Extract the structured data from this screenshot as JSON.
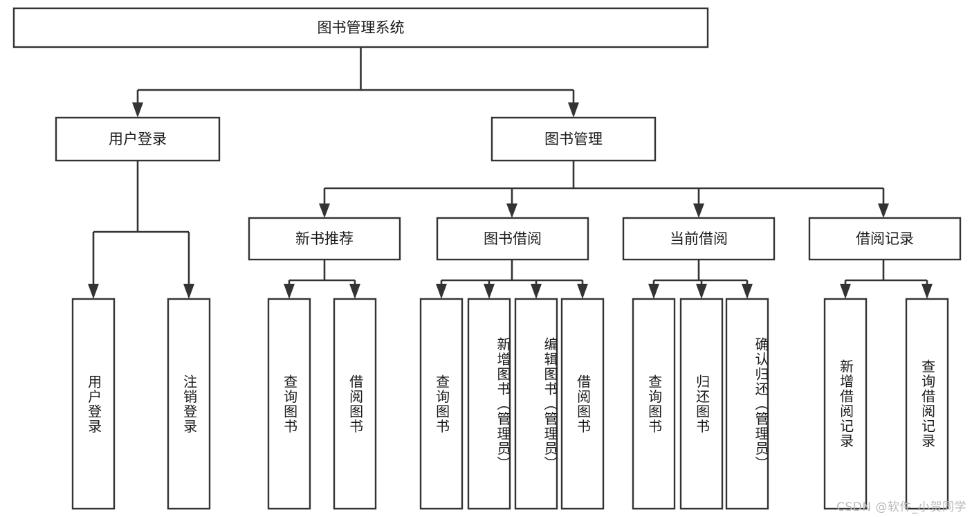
{
  "diagram": {
    "title": "图书管理系统",
    "type": "tree",
    "root": {
      "id": "root",
      "label": "图书管理系统",
      "orientation": "horizontal"
    },
    "level2": [
      {
        "id": "user-login",
        "label": "用户登录",
        "orientation": "horizontal"
      },
      {
        "id": "book-management",
        "label": "图书管理",
        "orientation": "horizontal"
      }
    ],
    "level3": [
      {
        "id": "new-book-recommend",
        "label": "新书推荐",
        "parent": "book-management",
        "orientation": "horizontal"
      },
      {
        "id": "book-borrow",
        "label": "图书借阅",
        "parent": "book-management",
        "orientation": "horizontal"
      },
      {
        "id": "current-borrow",
        "label": "当前借阅",
        "parent": "book-management",
        "orientation": "horizontal"
      },
      {
        "id": "borrow-record",
        "label": "借阅记录",
        "parent": "book-management",
        "orientation": "horizontal"
      }
    ],
    "leaves": [
      {
        "id": "leaf-user-login",
        "label": "用户登录",
        "parent": "user-login",
        "orientation": "vertical"
      },
      {
        "id": "leaf-user-logout",
        "label": "注销登录",
        "parent": "user-login",
        "orientation": "vertical"
      },
      {
        "id": "leaf-query-book-1",
        "label": "查询图书",
        "parent": "new-book-recommend",
        "orientation": "vertical"
      },
      {
        "id": "leaf-borrow-book-1",
        "label": "借阅图书",
        "parent": "new-book-recommend",
        "orientation": "vertical"
      },
      {
        "id": "leaf-query-book-2",
        "label": "查询图书",
        "parent": "book-borrow",
        "orientation": "vertical"
      },
      {
        "id": "leaf-add-book",
        "label": "新增图书（管理员）",
        "parent": "book-borrow",
        "orientation": "vertical"
      },
      {
        "id": "leaf-edit-book",
        "label": "编辑图书（管理员）",
        "parent": "book-borrow",
        "orientation": "vertical"
      },
      {
        "id": "leaf-borrow-book-2",
        "label": "借阅图书",
        "parent": "book-borrow",
        "orientation": "vertical"
      },
      {
        "id": "leaf-query-book-3",
        "label": "查询图书",
        "parent": "current-borrow",
        "orientation": "vertical"
      },
      {
        "id": "leaf-return-book",
        "label": "归还图书",
        "parent": "current-borrow",
        "orientation": "vertical"
      },
      {
        "id": "leaf-confirm-return",
        "label": "确认归还（管理员）",
        "parent": "current-borrow",
        "orientation": "vertical"
      },
      {
        "id": "leaf-add-record",
        "label": "新增借阅记录",
        "parent": "borrow-record",
        "orientation": "vertical"
      },
      {
        "id": "leaf-query-record",
        "label": "查询借阅记录",
        "parent": "borrow-record",
        "orientation": "vertical"
      }
    ],
    "colors": {
      "stroke": "#333333",
      "fill": "#ffffff",
      "text": "#1a1a1a",
      "watermark": "#b9b9b9",
      "background": "#ffffff"
    }
  },
  "watermark": {
    "text": "CSDN @软件_小贺同学"
  }
}
